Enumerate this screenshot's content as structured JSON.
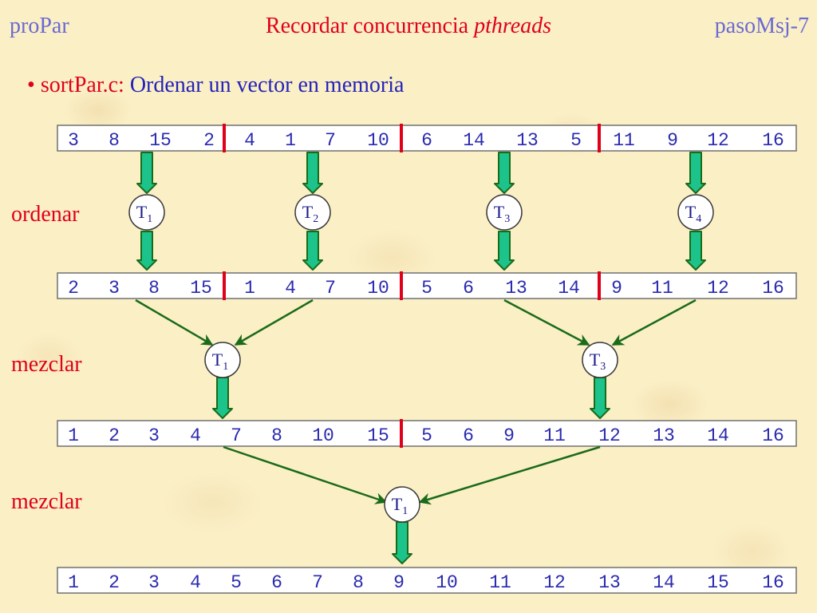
{
  "header": {
    "left": "proPar",
    "center_main": "Recordar concurrencia ",
    "center_italic": "pthreads",
    "right": "pasoMsj-7"
  },
  "bullet": {
    "marker": "•",
    "label": "sortPar.c:",
    "text": " Ordenar un vector en memoria"
  },
  "stage_labels": {
    "sort": "ordenar",
    "merge1": "mezclar",
    "merge2": "mezclar"
  },
  "colors": {
    "stage_label": "#e0001a",
    "array_text": "#2a2ab0",
    "separator": "#e0001a",
    "arrow_fill": "#1cc38a",
    "arrow_line": "#1a6b1a"
  },
  "arrays": [
    {
      "name": "array-initial",
      "groups": [
        [
          "3",
          "8",
          "15",
          "2"
        ],
        [
          "4",
          "1",
          "7",
          "10"
        ],
        [
          "6",
          "14",
          "13",
          "5"
        ],
        [
          "11",
          "9",
          "12",
          "16"
        ]
      ]
    },
    {
      "name": "array-sorted-quarters",
      "groups": [
        [
          "2",
          "3",
          "8",
          "15"
        ],
        [
          "1",
          "4",
          "7",
          "10"
        ],
        [
          "5",
          "6",
          "13",
          "14"
        ],
        [
          "9",
          "11",
          "12",
          "16"
        ]
      ]
    },
    {
      "name": "array-merged-halves",
      "groups": [
        [
          "1",
          "2",
          "3",
          "4",
          "7",
          "8",
          "10",
          "15"
        ],
        [
          "5",
          "6",
          "9",
          "11",
          "12",
          "13",
          "14",
          "16"
        ]
      ]
    },
    {
      "name": "array-final",
      "groups": [
        [
          "1",
          "2",
          "3",
          "4",
          "5",
          "6",
          "7",
          "8",
          "9",
          "10",
          "11",
          "12",
          "13",
          "14",
          "15",
          "16"
        ]
      ]
    }
  ],
  "threads": [
    {
      "name": "thread-t1-sort",
      "letter": "T",
      "sub": "1"
    },
    {
      "name": "thread-t2-sort",
      "letter": "T",
      "sub": "2"
    },
    {
      "name": "thread-t3-sort",
      "letter": "T",
      "sub": "3"
    },
    {
      "name": "thread-t4-sort",
      "letter": "T",
      "sub": "4"
    },
    {
      "name": "thread-t1-merge1",
      "letter": "T",
      "sub": "1"
    },
    {
      "name": "thread-t3-merge1",
      "letter": "T",
      "sub": "3"
    },
    {
      "name": "thread-t1-merge2",
      "letter": "T",
      "sub": "1"
    }
  ]
}
